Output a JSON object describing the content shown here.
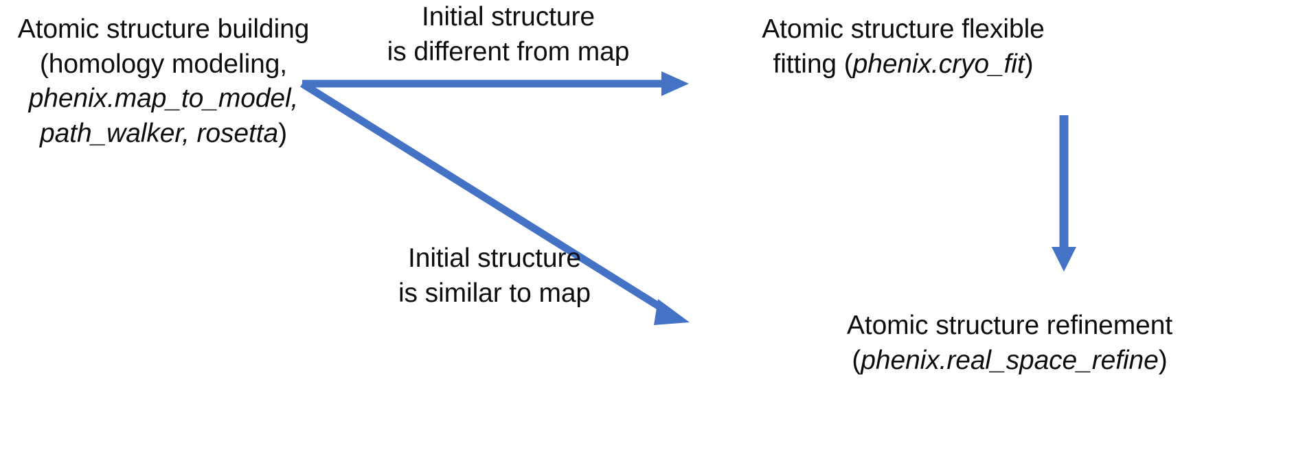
{
  "diagram": {
    "type": "flowchart",
    "background_color": "#ffffff",
    "text_color": "#0d0d0d",
    "arrow_color": "#4472C4",
    "nodes": {
      "building": {
        "line1": "Atomic structure building",
        "line2": "(homology modeling,",
        "line3_italic": "phenix.map_to_model,",
        "line4_italic": "path_walker, rosetta",
        "line4_tail": ")"
      },
      "fitting": {
        "line1": "Atomic structure flexible",
        "line2_pre": "fitting (",
        "line2_italic": "phenix.cryo_fit",
        "line2_post": ")"
      },
      "refinement": {
        "line1": "Atomic structure refinement",
        "line2_pre": "(",
        "line2_italic": "phenix.real_space_refine",
        "line2_post": ")"
      }
    },
    "edge_labels": {
      "different": {
        "line1": "Initial structure",
        "line2": "is different from map"
      },
      "similar": {
        "line1": "Initial structure",
        "line2": "is similar to map"
      }
    },
    "edges": [
      {
        "name": "building-to-fitting",
        "from": "building",
        "to": "fitting",
        "label": "Initial structure is different from map",
        "direction": "horizontal-right"
      },
      {
        "name": "building-to-refinement",
        "from": "building",
        "to": "refinement",
        "label": "Initial structure is similar to map",
        "direction": "diagonal-down-right"
      },
      {
        "name": "fitting-to-refinement",
        "from": "fitting",
        "to": "refinement",
        "label": "",
        "direction": "vertical-down"
      }
    ]
  }
}
